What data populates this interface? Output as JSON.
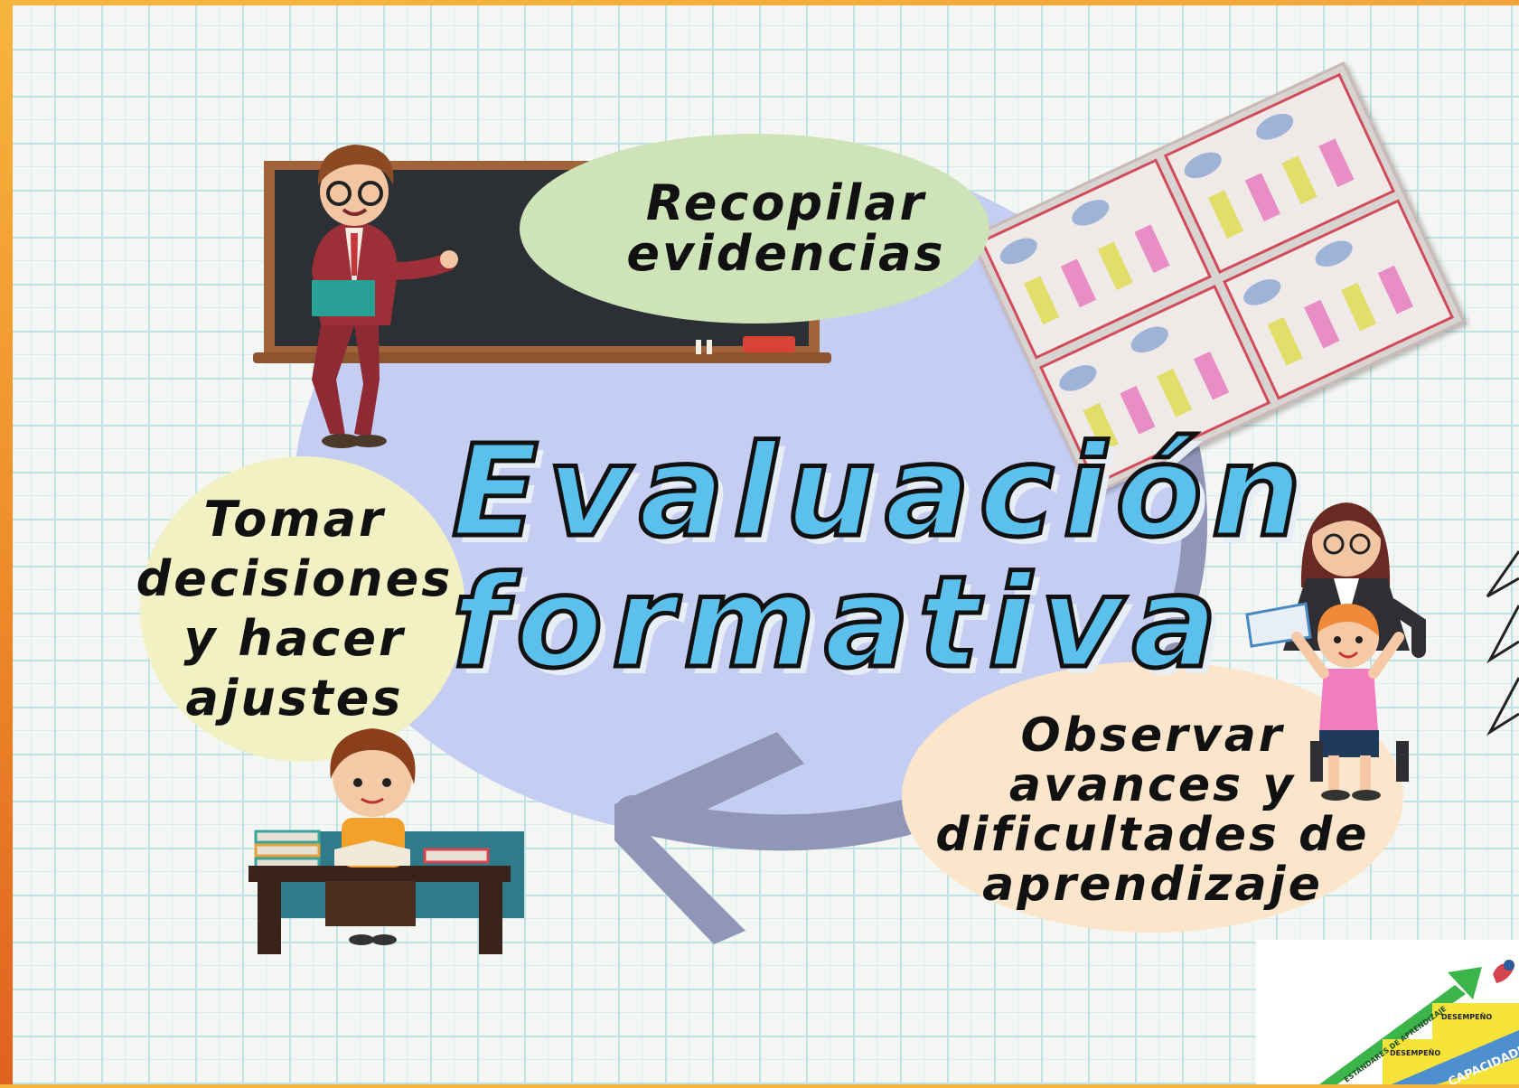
{
  "diagram": {
    "title_line1": "Evaluación",
    "title_line2": "formativa",
    "steps": [
      {
        "id": "recopilar",
        "lines": [
          "Recopilar",
          "evidencias"
        ]
      },
      {
        "id": "observar",
        "lines": [
          "Observar",
          "avances y",
          "dificultades de",
          "aprendizaje"
        ]
      },
      {
        "id": "tomar",
        "lines": [
          "Tomar",
          "decisiones",
          "y hacer",
          "ajustes"
        ]
      }
    ]
  },
  "logo": {
    "arrow_text": "ESTÁNDARES DE APRENDIZAJE",
    "step_label_1": "DESEMPEÑO",
    "step_label_2": "DESEMPEÑO",
    "band_text": "CAPACIDADES"
  },
  "colors": {
    "cycle": "#c5cdf3",
    "arrow": "#8f96b8",
    "title_fill": "#5bc0ec",
    "bubble_recopilar": "#cfe3b9",
    "bubble_tomar": "#f2f1c4",
    "bubble_observar": "#fbe6cb",
    "chalkboard": "#2c2f33"
  }
}
